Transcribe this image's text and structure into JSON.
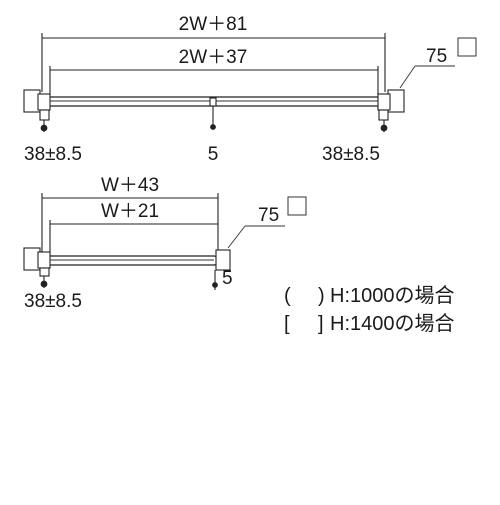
{
  "top_diagram": {
    "outer_dim": "2W＋81",
    "inner_dim": "2W＋37",
    "left_end_dim": "38±8.5",
    "right_end_dim": "38±8.5",
    "center_post_dim": "5",
    "corner_label": "75"
  },
  "bottom_diagram": {
    "outer_dim": "W＋43",
    "inner_dim": "W＋21",
    "left_end_dim": "38±8.5",
    "post_dim": "5",
    "corner_label": "75"
  },
  "legend": {
    "line1_open": "(",
    "line1_close": ")",
    "line1_text": "H:1000の場合",
    "line2_open": "[",
    "line2_close": "]",
    "line2_text": "H:1400の場合"
  }
}
